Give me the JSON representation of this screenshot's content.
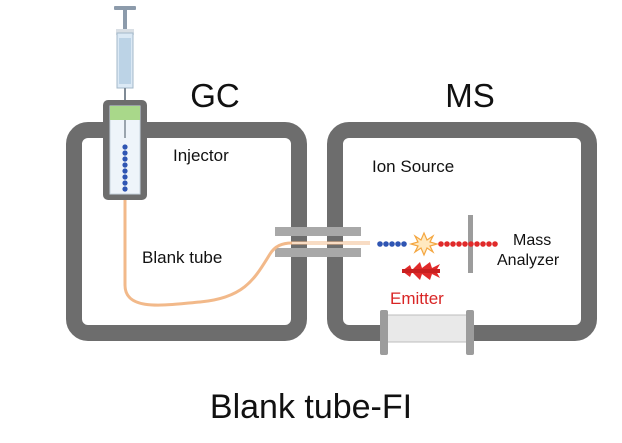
{
  "header": {
    "gc_label": "GC",
    "ms_label": "MS"
  },
  "labels": {
    "injector": "Injector",
    "blank_tube": "Blank tube",
    "ion_source": "Ion Source",
    "mass_analyzer_line1": "Mass",
    "mass_analyzer_line2": "Analyzer",
    "emitter": "Emitter"
  },
  "caption": "Blank tube-FI",
  "colors": {
    "chamber": "#6d6d6d",
    "molecule_neutral": "#2f55b3",
    "molecule_ion": "#e02a2a",
    "emitter_label": "#d92525",
    "tube": "#f2b98a",
    "injector_plug": "#a9d88a"
  },
  "icons": {
    "syringe": "syringe-icon",
    "ionization_burst": "starburst-icon",
    "emitter": "starburst-icon"
  }
}
